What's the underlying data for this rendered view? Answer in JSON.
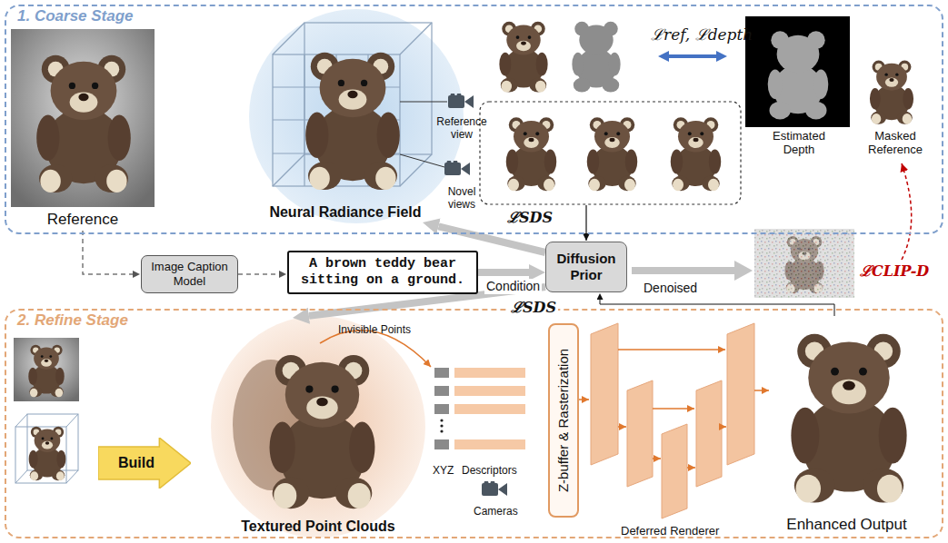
{
  "diagram": {
    "nodes": [
      {
        "text": [
          "1. Coarse Stage"
        ]
      },
      {
        "text": [
          "Reference"
        ],
        "in": 0
      },
      {
        "text": [
          "Neural Radiance Field"
        ],
        "in": 0
      },
      {
        "text": [
          "Estimated Depth"
        ],
        "in": 0
      },
      {
        "text": [
          "Masked Reference"
        ],
        "in": 0
      },
      {
        "text": [
          "Image Caption Model"
        ]
      },
      {
        "text": [
          "A brown teddy bear sitting on a ground."
        ]
      },
      {
        "text": [
          "Diffusion Prior"
        ]
      },
      {
        "text": [
          "2. Refine Stage"
        ]
      },
      {
        "text": [
          "Build"
        ],
        "in": 8
      },
      {
        "text": [
          "Textured Point Clouds"
        ],
        "in": 8
      },
      {
        "text": [
          "Z-buffer & Rasterization"
        ],
        "in": 8
      },
      {
        "text": [
          "Enhanced Output"
        ],
        "in": 8
      }
    ],
    "edges": [
      {
        "from": 1,
        "to": 5,
        "arrow": "to"
      },
      {
        "from": 5,
        "to": 6,
        "arrow": "to"
      },
      {
        "from": 6,
        "to": 7,
        "arrow": "to",
        "label": "Condition"
      },
      {
        "from": 7,
        "to": 2,
        "arrow": "to",
        "label": "ℒSDS"
      },
      {
        "from": 7,
        "to": 10,
        "arrow": "to",
        "label": "ℒSDS"
      },
      {
        "from": 12,
        "to": 7,
        "arrow": "to"
      }
    ],
    "labels": [
      "Reference view",
      "Novel views",
      "ℒref, ℒdepth",
      "Denoised",
      "ℒCLIP-D",
      "Invisible Points",
      "XYZ",
      "Descriptors",
      "Cameras",
      "Deferred Renderer"
    ]
  }
}
